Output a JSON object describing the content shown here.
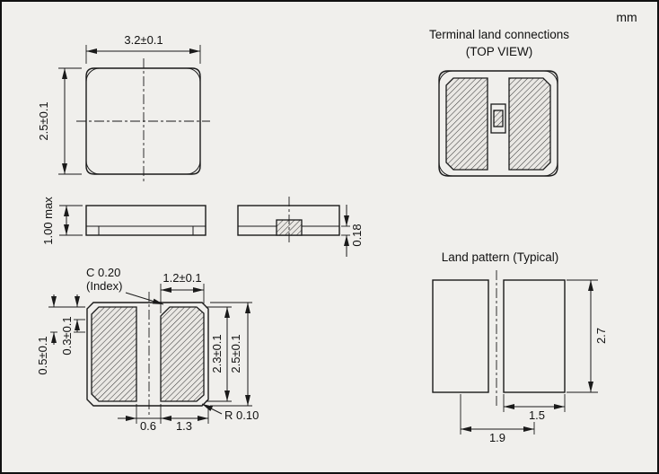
{
  "units": "mm",
  "package_top_view": {
    "width": "3.2±0.1",
    "height": "2.5±0.1"
  },
  "side_views": {
    "max_height": "1.00 max",
    "terminal_thickness": "0.18"
  },
  "bottom_view": {
    "chamfer": "C 0.20",
    "chamfer_note": "(Index)",
    "pad_width_top": "1.2±0.1",
    "notch_offset_small": "0.3±0.1",
    "notch_offset_large": "0.5±0.1",
    "pad_length": "2.3±0.1",
    "body_length": "2.5±0.1",
    "pad_gap": "0.6",
    "pad_width_bottom": "1.3",
    "corner_radius": "R 0.10"
  },
  "terminal_land_connections": {
    "title": "Terminal land connections",
    "subtitle": "(TOP VIEW)"
  },
  "land_pattern": {
    "title": "Land pattern (Typical)",
    "pad_height": "2.7",
    "pad_width": "1.5",
    "pad_pitch": "1.9"
  }
}
